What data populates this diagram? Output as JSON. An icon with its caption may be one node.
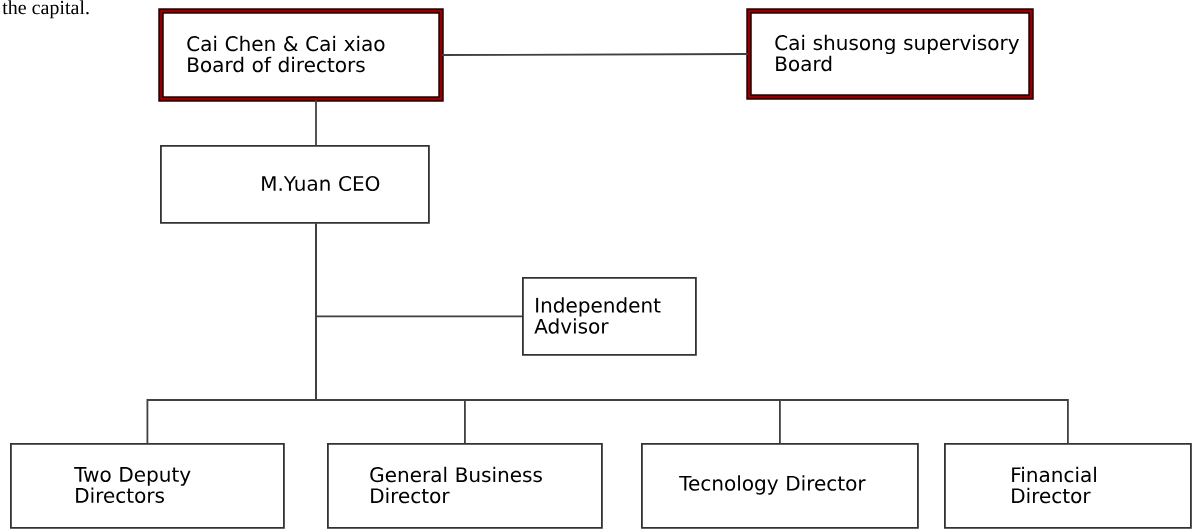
{
  "diagram": {
    "nodes": [
      {
        "text": [
          "Cai Chen & Cai xiao Board of directors"
        ]
      },
      {
        "text": [
          "Cai shusong supervisory Board"
        ]
      },
      {
        "text": [
          "M.Yuan CEO"
        ]
      },
      {
        "text": [
          "Independent Advisor"
        ]
      },
      {
        "text": [
          "Two Deputy Directors"
        ]
      },
      {
        "text": [
          "General Business Director"
        ]
      },
      {
        "text": [
          "Tecnology Director"
        ]
      },
      {
        "text": [
          "Financial Director"
        ]
      }
    ],
    "edges": [
      {
        "from": 0,
        "to": 1,
        "arrow": "none"
      },
      {
        "from": 0,
        "to": 2,
        "arrow": "none"
      },
      {
        "from": 2,
        "to": 3,
        "arrow": "none"
      },
      {
        "from": 2,
        "to": 4,
        "arrow": "none"
      },
      {
        "from": 2,
        "to": 5,
        "arrow": "none"
      },
      {
        "from": 2,
        "to": 6,
        "arrow": "none"
      },
      {
        "from": 2,
        "to": 7,
        "arrow": "none"
      }
    ],
    "labels": [
      "the capital."
    ]
  }
}
